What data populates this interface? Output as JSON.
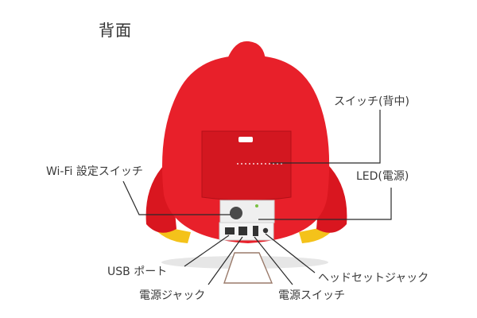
{
  "title": "背面",
  "labels": {
    "switch_back": "スイッチ(背中)",
    "led": "LED(電源)",
    "wifi_switch": "Wi-Fi 設定スイッチ",
    "usb_port": "USB ポート",
    "power_jack": "電源ジャック",
    "power_switch": "電源スイッチ",
    "headset_jack": "ヘッドセットジャック"
  },
  "colors": {
    "body_red": "#e8202a",
    "body_dark_red": "#c9141d",
    "feet_yellow": "#f4c21a",
    "panel_grey": "#eeeeee",
    "line": "#2a2a2a",
    "led_green": "#7bc043"
  }
}
